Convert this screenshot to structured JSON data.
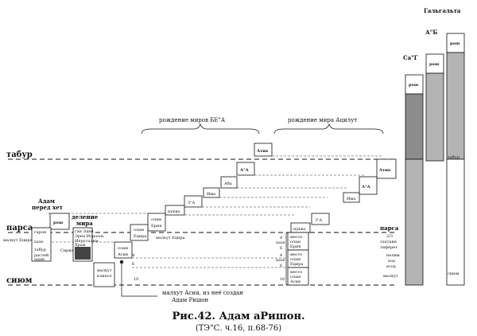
{
  "levels": {
    "tabur": "табур",
    "parsa": "парса",
    "siyum": "сиюм",
    "parsa_right": "парса"
  },
  "headings": {
    "galgalta": "Гальгальта",
    "ab": "А\"Б",
    "sag": "Са\"Г",
    "birth_bya": "рождение миров БЕ\"А",
    "birth_atzilut": "рождение мира Ацилут",
    "adam_before_sin": "Адам",
    "adam_before_sin_2": "перед хет",
    "division": "деление",
    "division_2": "мира"
  },
  "labels": {
    "rosh_1": "рош",
    "rosh_2": "рош",
    "rosh_3": "рош",
    "rosh_adam": "рош",
    "tabur_column": "табур",
    "siyum_column": "сиюм",
    "atik_1": "Атик",
    "aa_1": "А\"А",
    "aba_1": "Аба",
    "ima_1": "Има",
    "za_1": "З\"А",
    "nukva_1": "нуква",
    "olam_bria_1": "олам",
    "olam_bria_2": "Брия",
    "olam_yetzira_1": "олам",
    "olam_yetzira_2": "Ецира",
    "olam_asia_1": "олам",
    "olam_asia_2": "Асия",
    "malhut_yetzira_left": "малхут Ецира",
    "malhut_yetzira_mid": "малхут Ецира",
    "malhut_clipot_1": "малхут",
    "malhut_clipot_2": "клипот",
    "garon": "гарон",
    "haze": "хазе",
    "tabur_small": "табур",
    "raglei_1": "раглей",
    "raglei_2": "адам",
    "sium_small": "сиюм",
    "div_1": "ган Эден",
    "div_2": "Эрец Исраэль",
    "div_3": "Иерусалим",
    "div_4": "Храм",
    "div_5": "Сирия",
    "atik_2": "Атик",
    "aa_2": "А\"А",
    "ima_2": "Има",
    "za_2": "З\"А",
    "nukva_2": "нуква",
    "mesto_bria_1": "место",
    "mesto_bria_2": "олам",
    "mesto_bria_3": "Брия",
    "mesto_yetzira_1": "место",
    "mesto_yetzira_2": "олам",
    "mesto_yetzira_3": "Ецира",
    "mesto_asia_1": "место",
    "mesto_asia_2": "олам",
    "mesto_asia_3": "Асия",
    "haze_mid": "хазе",
    "haze_mid_2": "хазе",
    "two_thirds": "2/3",
    "tahtain": "тахтаин",
    "tiferet": "тиферет",
    "nelaim": "нелим",
    "hod": "ход",
    "yesod": "есод",
    "malhut_right": "малхут",
    "num_4a": "4",
    "num_6a": "6",
    "num_4b": "4",
    "num_6b": "6",
    "num_10a": "10",
    "num_4c": "4",
    "num_6c": "6",
    "num_4d": "4",
    "num_6d": "6",
    "num_10b": "10"
  },
  "callout": {
    "line1": "малхут Асия, из неё создан",
    "line2": "Адам Ришон"
  },
  "caption": {
    "title": "Рис.42. Адам аРишон.",
    "source": "(ТЭ\"С. ч.16, п.68-76)"
  }
}
